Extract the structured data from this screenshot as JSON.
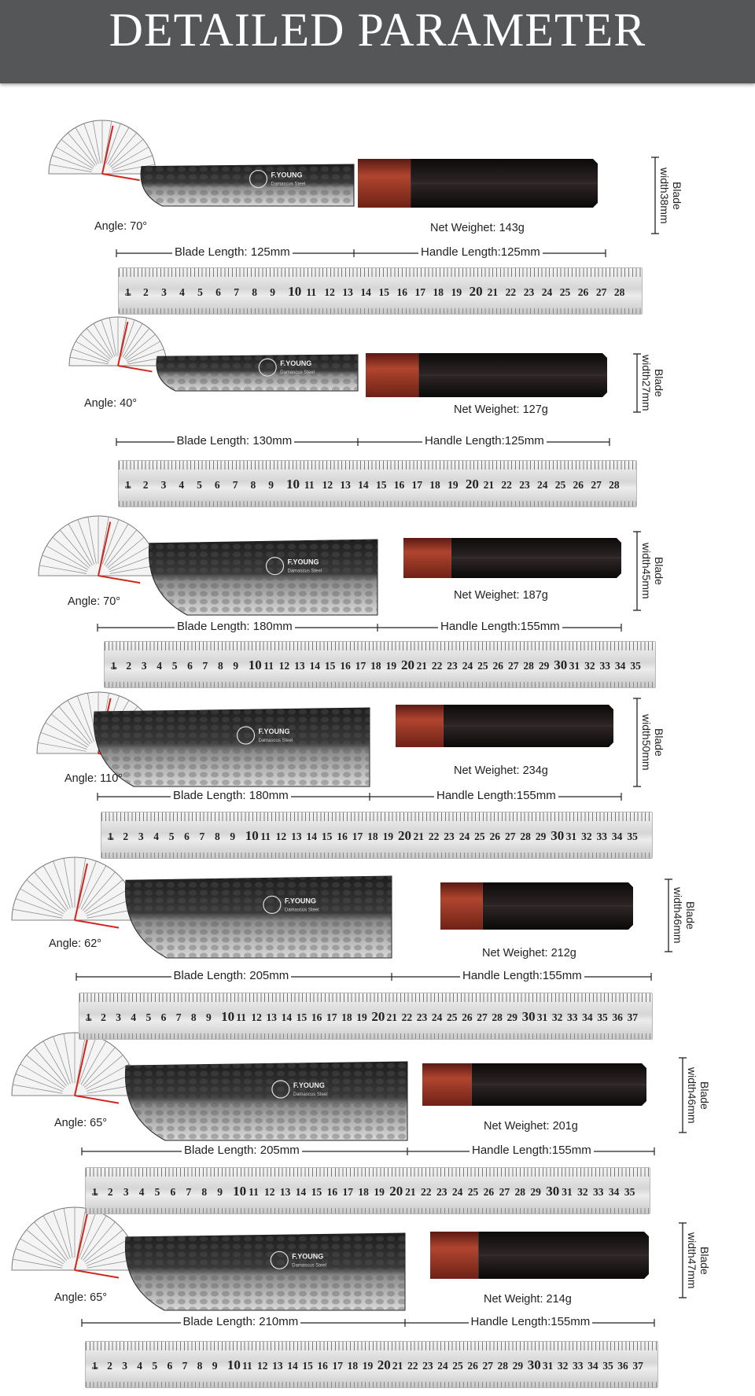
{
  "header": {
    "title": "DETAILED PARAMETER"
  },
  "ruler_unit": "cm",
  "knives": [
    {
      "angle": "Angle: 70°",
      "blade_length": "Blade Length: 125mm",
      "handle_length": "Handle Length:125mm",
      "net_weight": "Net Weighet: 143g",
      "blade_width_title": "Blade width",
      "blade_width": "38mm",
      "ruler_max": 28,
      "brand": "F.YOUNG",
      "steel": "Damascus Steel"
    },
    {
      "angle": "Angle: 40°",
      "blade_length": "Blade Length: 130mm",
      "handle_length": "Handle Length:125mm",
      "net_weight": "Net Weighet: 127g",
      "blade_width_title": "Blade width",
      "blade_width": "27mm",
      "ruler_max": 28,
      "brand": "F.YOUNG",
      "steel": "Damascus Steel"
    },
    {
      "angle": "Angle: 70°",
      "blade_length": "Blade Length: 180mm",
      "handle_length": "Handle Length:155mm",
      "net_weight": "Net Weighet: 187g",
      "blade_width_title": "Blade width",
      "blade_width": "45mm",
      "ruler_max": 35,
      "brand": "F.YOUNG",
      "steel": "Damascus Steel"
    },
    {
      "angle": "Angle: 110°",
      "blade_length": "Blade Length: 180mm",
      "handle_length": "Handle Length:155mm",
      "net_weight": "Net Weighet: 234g",
      "blade_width_title": "Blade width",
      "blade_width": "50mm",
      "ruler_max": 35,
      "brand": "F.YOUNG",
      "steel": "Damascus Steel"
    },
    {
      "angle": "Angle: 62°",
      "blade_length": "Blade Length: 205mm",
      "handle_length": "Handle Length:155mm",
      "net_weight": "Net Weighet: 212g",
      "blade_width_title": "Blade width",
      "blade_width": "46mm",
      "ruler_max": 37,
      "brand": "F.YOUNG",
      "steel": "Damascus Steel"
    },
    {
      "angle": "Angle: 65°",
      "blade_length": "Blade Length: 205mm",
      "handle_length": "Handle Length:155mm",
      "net_weight": "Net Weighet: 201g",
      "blade_width_title": "Blade width",
      "blade_width": "46mm",
      "ruler_max": 35,
      "brand": "F.YOUNG",
      "steel": "Damascus Steel"
    },
    {
      "angle": "Angle: 65°",
      "blade_length": "Blade Length: 210mm",
      "handle_length": "Handle Length:155mm",
      "net_weight": "Net Weight: 214g",
      "blade_width_title": "Blade width",
      "blade_width": "47mm",
      "ruler_max": 37,
      "brand": "F.YOUNG",
      "steel": "Damascus Steel"
    }
  ],
  "colors": {
    "header": "#555658",
    "handle_wood": "#9a3a2c",
    "handle_ebony": "#161213",
    "blade": "#3b3b3b",
    "angle_line": "#d0271d"
  }
}
